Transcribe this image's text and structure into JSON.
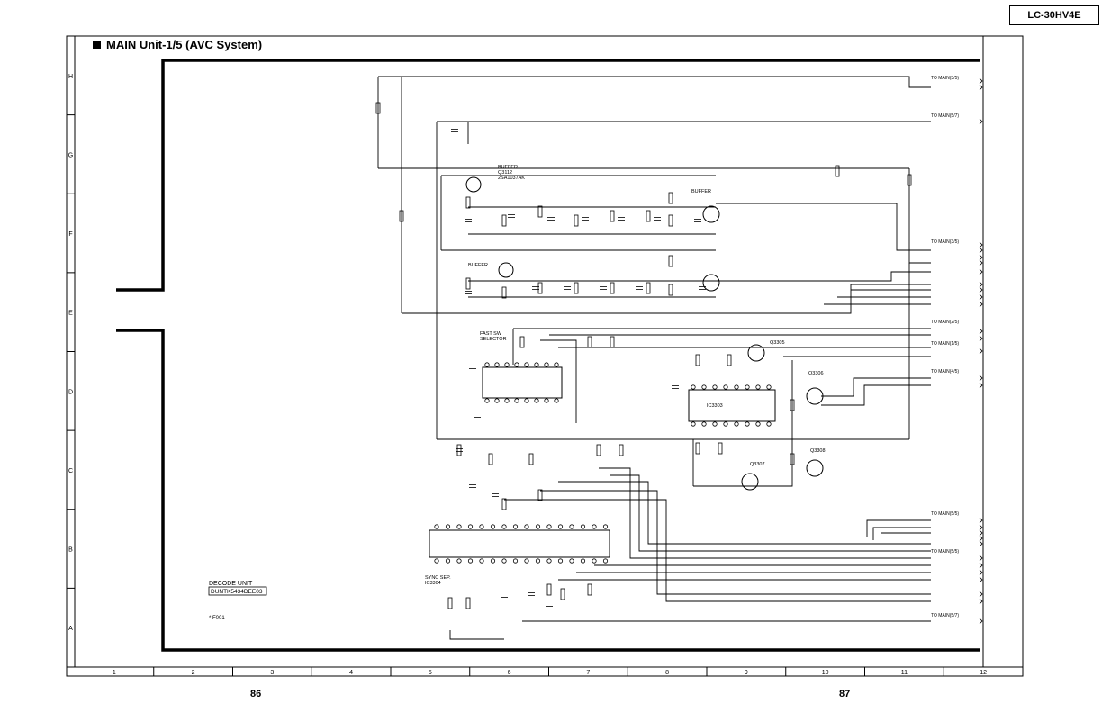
{
  "header": {
    "model": "LC-30HV4E",
    "title": "MAIN Unit-1/5 (AVC System)"
  },
  "frame": {
    "row_labels": [
      "H",
      "G",
      "F",
      "E",
      "D",
      "C",
      "B",
      "A"
    ],
    "col_labels": [
      "1",
      "2",
      "3",
      "4",
      "5",
      "6",
      "7",
      "8",
      "9",
      "10",
      "11",
      "12"
    ]
  },
  "pages": {
    "left": "86",
    "right": "87"
  },
  "blocks": {
    "buffer_top": {
      "label": "BUFFER",
      "ref": "Q3112",
      "part": "2SA1037AK"
    },
    "buffer_mid": {
      "label": "BUFFER"
    },
    "buffer_right": {
      "label": "BUFFER"
    },
    "fast_sw": {
      "label": "FAST SW",
      "sub": "SELECTOR"
    },
    "ic_mid": {
      "label": "IC3303"
    },
    "ic_sync": {
      "label": "SYNC SEP.",
      "ref": "IC3304"
    },
    "q_d1": {
      "ref": "Q3305"
    },
    "q_d2": {
      "ref": "Q3306"
    },
    "q_c": {
      "ref": "Q3307"
    },
    "q_c2": {
      "ref": "Q3308"
    }
  },
  "connectors": [
    {
      "label": "TO MAIN(3/5)"
    },
    {
      "label": "TO MAIN(5/7)"
    },
    {
      "label": "TO MAIN(3/5)"
    },
    {
      "label": "TO MAIN(2/5)"
    },
    {
      "label": "TO MAIN(1/5)"
    },
    {
      "label": "TO MAIN(4/5)"
    },
    {
      "label": "TO MAIN(5/5)"
    },
    {
      "label": "TO MAIN(5/5)"
    },
    {
      "label": "TO MAIN(5/7)"
    }
  ],
  "decode": {
    "title": "DECODE UNIT",
    "part": "DUNTK5434DEE03",
    "note": "* F001"
  }
}
